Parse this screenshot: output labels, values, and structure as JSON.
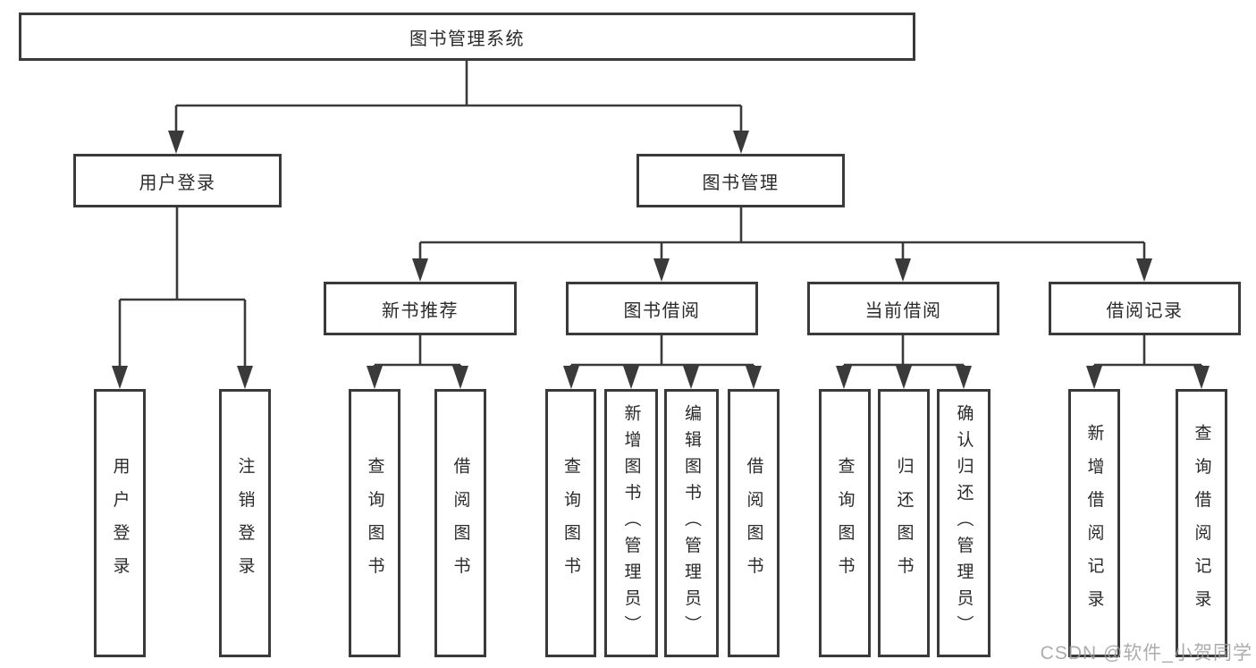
{
  "diagram": {
    "root": {
      "label": "图书管理系统"
    },
    "level2": [
      {
        "label": "用户登录"
      },
      {
        "label": "图书管理"
      }
    ],
    "login_leaves": [
      {
        "label": "用户登录"
      },
      {
        "label": "注销登录"
      }
    ],
    "management_children": [
      {
        "label": "新书推荐"
      },
      {
        "label": "图书借阅"
      },
      {
        "label": "当前借阅"
      },
      {
        "label": "借阅记录"
      }
    ],
    "newbook_leaves": [
      {
        "label": "查询图书"
      },
      {
        "label": "借阅图书"
      }
    ],
    "borrow_leaves": [
      {
        "label": "查询图书"
      },
      {
        "label": "新增图书（管理员）"
      },
      {
        "label": "编辑图书（管理员）"
      },
      {
        "label": "借阅图书"
      }
    ],
    "current_leaves": [
      {
        "label": "查询图书"
      },
      {
        "label": "归还图书"
      },
      {
        "label": "确认归还（管理员）"
      }
    ],
    "records_leaves": [
      {
        "label": "新增借阅记录"
      },
      {
        "label": "查询借阅记录"
      }
    ]
  },
  "watermark": {
    "text": "CSDN @软件_小贺同学"
  },
  "colors": {
    "border": "#3a3a3a",
    "line": "#3a3a3a",
    "text": "#2b2b2b",
    "watermark": "#9e9e9e",
    "background": "#ffffff"
  }
}
